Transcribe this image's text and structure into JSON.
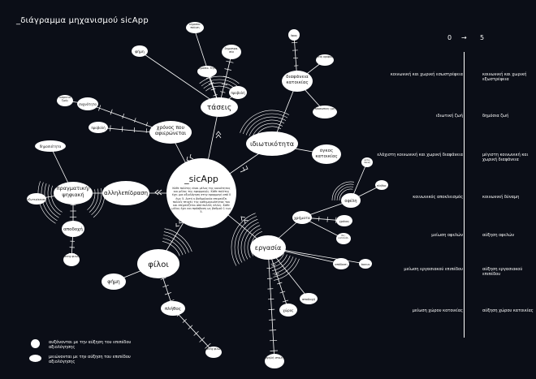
{
  "title": "_διάγραμμα μηχανισμού sicApp",
  "scale": {
    "min_label": "0",
    "arrow": "→",
    "max_label": "5"
  },
  "center": {
    "title": "_sicApp",
    "text": "Κάθε πολίτης είναι μέλος της κοινότητας και μέλος της εφαρμογής. Κάθε πολίτης έχει μια αξιολόγηση στην εφαρμογή από 0 έως 5. Αυτή η βαθμολογία επηρεάζει πολλές πτυχές της καθημερινότητας του και επηρεάζεται από πολλές άλλες. Κάθε μέλος έχει και πρόσβαση ως βαθμού 1 εως 5."
  },
  "nodes": {
    "taseis": "τάσεις",
    "idiotiktita": "ιδιωτικότητα",
    "ergasia": "εργασία",
    "filoi": "φίλοι",
    "allilepidrasi": "αλληλεπίδραση",
    "pragmatiki": "πραγματική/ ψηφιακή",
    "xronos": "χρόνος που αφιερώνεται",
    "diafaneia": "διαφάνεια κατοικίας",
    "ogkos": "όγκος κατοικίας",
    "fimi": "φήμη",
    "plithos": "πλήθος",
    "apodoxi": "αποδοχή",
    "ofeli": "οφέλη",
    "xrimata": "χρήματα",
    "small_fimi": "φήμη",
    "small_dimofileia": "δημοφιλία",
    "small_dimosiotita": "δημοσιό- τητα",
    "small_dimosiotita_top": "δημοσιο- ποίηση",
    "small_dimoprasia": "δημοπρα- σία",
    "small_provoli": "προβολή",
    "small_syxnotita": "συχνότητα",
    "small_provoli2": "προβολή",
    "small_diarkeia": "διάρκεια ζωής",
    "small_dimosiotita2": "δημοσιότητα",
    "small_exoterikeia": "εξωτερίκευση",
    "small_rating": "rating φίλων",
    "small_ypsos": "ύψος",
    "small_thea": "θέα/ όροφος",
    "small_prosopiki": "προσωπική ζωή",
    "small_kataskeyi": "κατα- σκευή",
    "small_plithos": "πλήθος",
    "small_xronos": "χρόνος",
    "small_dis": "δις. κατανάλ.",
    "small_apodosi": "απόδοση",
    "small_apodoxi2": "αποδοχή",
    "small_bonus": "bonus",
    "small_xoros": "χώρος",
    "small_ypsili": "υψηλή στολή",
    "small_rating2": "rating φίλων"
  },
  "rows": [
    {
      "left": "κοινωνική και χωρική εσωστρέφεια",
      "right": "κοινωνική και χωρική εξωστρέφεια"
    },
    {
      "left": "ιδιωτική ζωή",
      "right": "δημόσια ζωή"
    },
    {
      "left": "ελάχιστη κοινωνική και χωρική διαφάνεια",
      "right": "μέγιστη κοινωνική και χωρική διαφάνεια"
    },
    {
      "left": "κοινωνικός αποκλεισμός",
      "right": "κοινωνική δύναμη"
    },
    {
      "left": "μείωση οφελών",
      "right": "αύξηση οφελών"
    },
    {
      "left": "μείωση εργασιακού επιπέδου",
      "right": "αύξηση εργασιακού επιπέδου"
    },
    {
      "left": "μείωση χώρου κατοικίας",
      "right": "αύξηση χώρου κατοικίας"
    }
  ],
  "legend": [
    {
      "text": "αυξάνονται με την αύξηση του επιπέδου αξιολόγησης"
    },
    {
      "text": "μειώνονται με την αύξηση του επιπέδου αξιολόγησης"
    }
  ]
}
